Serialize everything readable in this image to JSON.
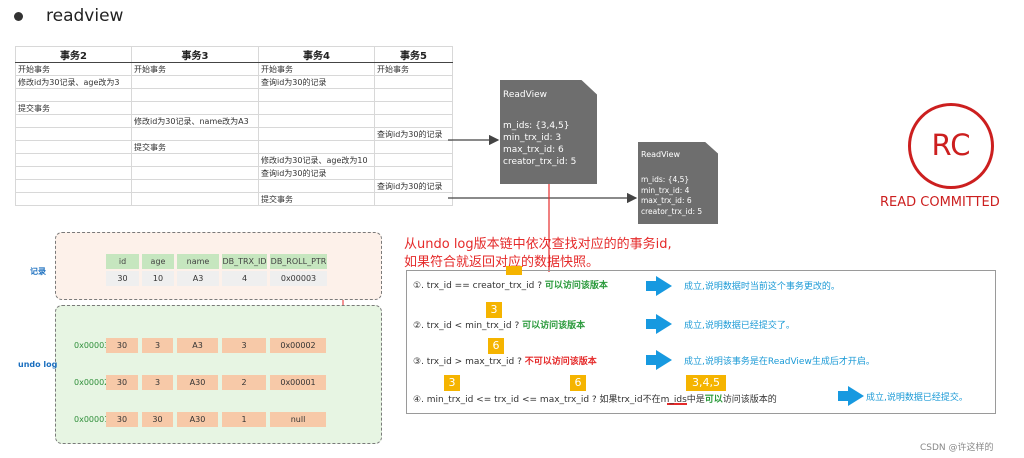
{
  "heading": "readview",
  "tx_table": {
    "headers": [
      "事务2",
      "事务3",
      "事务4",
      "事务5"
    ],
    "rows": [
      [
        "开始事务",
        "开始事务",
        "开始事务",
        "开始事务"
      ],
      [
        "修改id为30记录、age改为3",
        "",
        "查询id为30的记录",
        ""
      ],
      [
        "",
        "",
        "",
        ""
      ],
      [
        "提交事务",
        "",
        "",
        ""
      ],
      [
        "",
        "修改id为30记录、name改为A3",
        "",
        ""
      ],
      [
        "",
        "",
        "",
        "查询id为30的记录"
      ],
      [
        "",
        "提交事务",
        "",
        ""
      ],
      [
        "",
        "",
        "修改id为30记录、age改为10",
        ""
      ],
      [
        "",
        "",
        "查询id为30的记录",
        ""
      ],
      [
        "",
        "",
        "",
        "查询id为30的记录"
      ],
      [
        "",
        "",
        "提交事务",
        ""
      ]
    ]
  },
  "readview1": {
    "title": "ReadView",
    "lines": [
      "m_ids: {3,4,5}",
      "min_trx_id: 3",
      "max_trx_id: 6",
      "creator_trx_id: 5"
    ]
  },
  "readview2": {
    "title": "ReadView",
    "lines": [
      "m_ids: {4,5}",
      "min_trx_id: 4",
      "max_trx_id: 6",
      "creator_trx_id: 5"
    ]
  },
  "rc": {
    "badge": "RC",
    "caption": "READ COMMITTED"
  },
  "note": {
    "line1": "从undo log版本链中依次查找对应的的事务id,",
    "line2": "如果符合就返回对应的数据快照。"
  },
  "record": {
    "label": "记录",
    "headers": [
      "id",
      "age",
      "name",
      "DB_TRX_ID",
      "DB_ROLL_PTR"
    ],
    "values": [
      "30",
      "10",
      "A3",
      "4",
      "0x00003"
    ]
  },
  "undo": {
    "label": "undo log",
    "rows": [
      {
        "addr": "0x00003",
        "values": [
          "30",
          "3",
          "A3",
          "3",
          "0x00002"
        ]
      },
      {
        "addr": "0x00002",
        "values": [
          "30",
          "3",
          "A30",
          "2",
          "0x00001"
        ]
      },
      {
        "addr": "0x00001",
        "values": [
          "30",
          "30",
          "A30",
          "1",
          "null"
        ]
      }
    ]
  },
  "rules": [
    {
      "text": "①. trx_id  == creator_trx_id ?",
      "verdict": "可以访问该版本",
      "result": "成立,说明数据时当前这个事务更改的。"
    },
    {
      "text": "②. trx_id < min_trx_id ?",
      "verdict": "可以访问该版本",
      "result": "成立,说明数据已经提交了。"
    },
    {
      "text": "③. trx_id > max_trx_id ?",
      "verdict": "不可以访问该版本",
      "result": "成立,说明该事务是在ReadView生成后才开启。"
    },
    {
      "text": "④. min_trx_id <= trx_id <= max_trx_id ? 如果trx_id",
      "emph": "不在",
      "text2": "m_ids中是",
      "verdict": "可以",
      "text3": "访问该版本的",
      "result": "成立,说明数据已经提交。"
    }
  ],
  "tags": [
    "3",
    "6",
    "3",
    "6",
    "3,4,5"
  ],
  "watermark": "CSDN @许这样的",
  "colors": {
    "accent_red": "#e52a2a",
    "rc_red": "#cc1f1f",
    "arrow_blue": "#1799e0",
    "tag_orange": "#f5b400",
    "readview_gray": "#6e6e6e"
  }
}
